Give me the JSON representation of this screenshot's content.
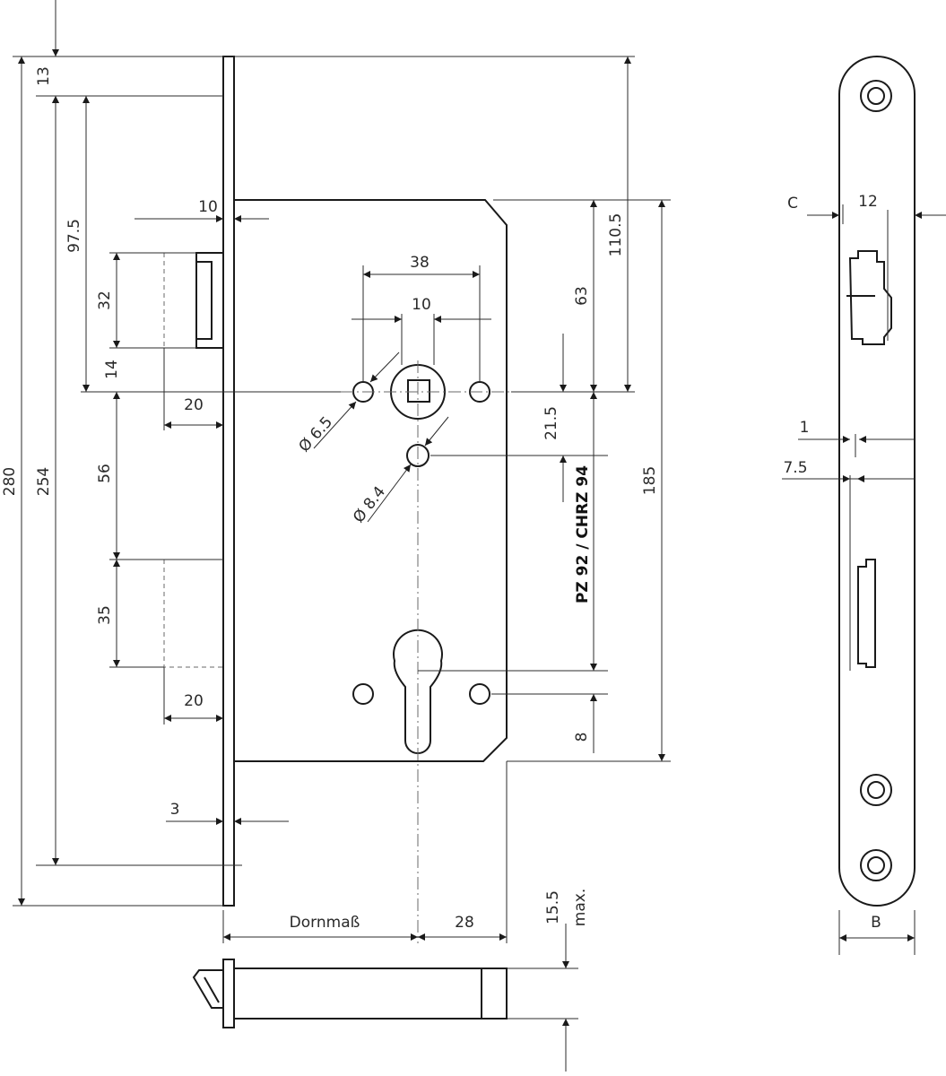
{
  "dimensions": {
    "d13": "13",
    "d280": "280",
    "d254": "254",
    "d97_5": "97.5",
    "d32": "32",
    "d14": "14",
    "d56": "56",
    "d35": "35",
    "d10_faceplate": "10",
    "d20_top": "20",
    "d20_bottom": "20",
    "d3": "3",
    "d38": "38",
    "d10_hub": "10",
    "d_dia65": "Ø 6.5",
    "d_dia84": "Ø 8.4",
    "d110_5": "110.5",
    "d63": "63",
    "d21_5": "21.5",
    "d185": "185",
    "d8": "8",
    "backset": "Dornmaß",
    "d28": "28",
    "d15_5": "15.5",
    "max": "max.",
    "c": "C",
    "d12": "12",
    "d1": "1",
    "d7_5": "7.5",
    "b": "B"
  },
  "labels": {
    "pz": "PZ 92 / CHRZ 94"
  },
  "colors": {
    "line": "#1a1a1a",
    "hidden": "#6a6a6a",
    "background": "#ffffff"
  }
}
